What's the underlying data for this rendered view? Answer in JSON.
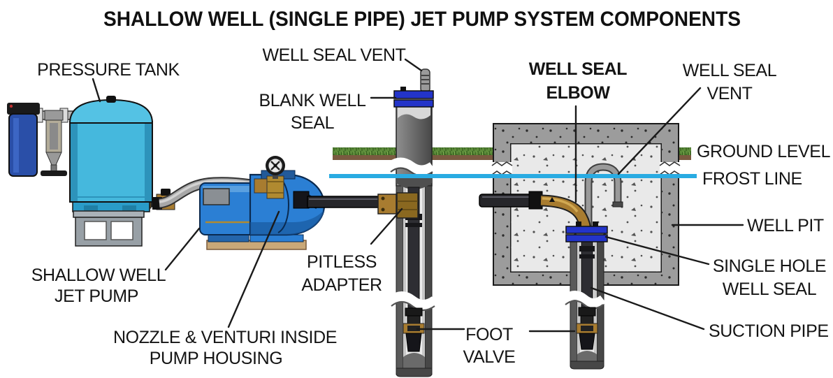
{
  "title": "SHALLOW WELL (SINGLE PIPE) JET PUMP SYSTEM COMPONENTS",
  "labels": {
    "pressure_tank": "PRESSURE TANK",
    "well_seal_vent_top": "WELL SEAL VENT",
    "blank_well_seal": [
      "BLANK WELL",
      "SEAL"
    ],
    "well_seal_elbow": [
      "WELL SEAL",
      "ELBOW"
    ],
    "well_seal_vent_right": [
      "WELL SEAL",
      "VENT"
    ],
    "ground_level": "GROUND LEVEL",
    "frost_line": "FROST LINE",
    "well_pit": "WELL PIT",
    "single_hole_well_seal": [
      "SINGLE HOLE",
      "WELL SEAL"
    ],
    "suction_pipe": "SUCTION PIPE",
    "shallow_well_jet_pump": [
      "SHALLOW WELL",
      "JET PUMP"
    ],
    "nozzle_venturi": [
      "NOZZLE & VENTURI INSIDE",
      "PUMP HOUSING"
    ],
    "pitless_adapter": [
      "PITLESS",
      "ADAPTER"
    ],
    "foot_valve": [
      "FOOT",
      "VALVE"
    ]
  },
  "colors": {
    "frost_line": "#29abe2",
    "tank_blue": "#45b8dd",
    "tank_dome": "#54c2e4",
    "pump_blue": "#2b7fd4",
    "filter_blue": "#2a4fa8",
    "seal_blue": "#2334c9",
    "brass": "#a87c30",
    "grass_green": "#5d8c3a",
    "dirt_brown": "#7a5a40",
    "concrete_gray": "#9c9c9c",
    "pit_interior": "#e9e9e9",
    "casing_dark": "#5a5a5a",
    "pipe_black": "#26262a",
    "board_tan": "#c9a878"
  }
}
